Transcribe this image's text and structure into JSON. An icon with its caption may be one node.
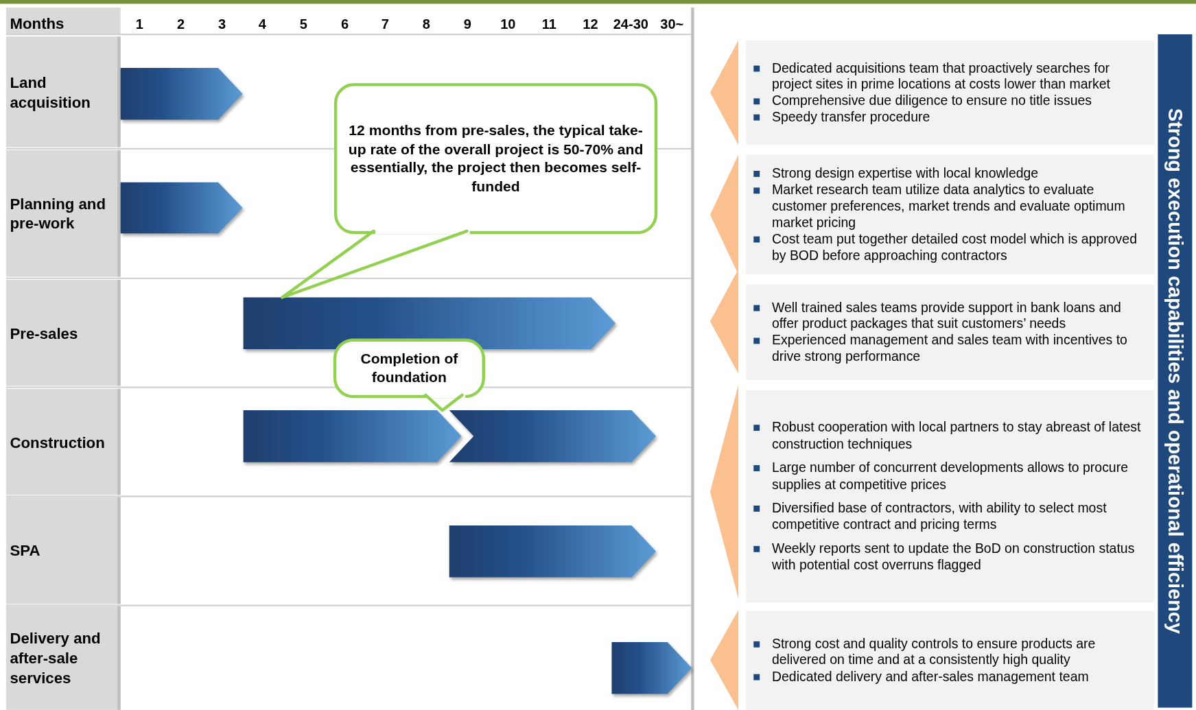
{
  "diagram": {
    "nodes": [
      {
        "text": [
          "Land acquisition"
        ]
      },
      {
        "text": [],
        "shape": "bar"
      },
      {
        "text": [
          "Planning and pre-work"
        ]
      },
      {
        "text": [],
        "shape": "bar"
      },
      {
        "text": [
          "12 months from pre-sales, the typical take-up rate of the overall project is 50-70% and essentially, the project then becomes self-funded"
        ]
      },
      {
        "text": [
          "Pre-sales"
        ]
      },
      {
        "text": [],
        "shape": "bar"
      },
      {
        "text": [
          "Completion of foundation"
        ]
      },
      {
        "text": [
          "Construction"
        ]
      },
      {
        "text": [],
        "shape": "bar"
      },
      {
        "text": [],
        "shape": "bar"
      },
      {
        "text": [
          "SPA"
        ]
      },
      {
        "text": [],
        "shape": "bar"
      },
      {
        "text": [
          "Delivery and after-sale services"
        ]
      },
      {
        "text": [],
        "shape": "bar"
      },
      {
        "text": [
          "Dedicated acquisitions team that proactively searches for project sites in prime locations at costs lower than market",
          "Comprehensive due diligence to ensure no title issues",
          "Speedy transfer procedure"
        ]
      },
      {
        "text": [
          "Strong design expertise with local knowledge",
          "Market research team utilize data analytics to evaluate customer preferences, market trends and evaluate optimum market pricing",
          "Cost team put together detailed cost model which is approved by BOD before approaching contractors"
        ]
      },
      {
        "text": [
          "Well trained sales teams provide support in bank loans and offer product packages that suit customers’ needs",
          "Experienced management and sales team with incentives to drive strong performance"
        ]
      },
      {
        "text": [
          "Robust cooperation with local partners to stay abreast of latest construction techniques",
          "Large number of concurrent developments allows to procure supplies at competitive prices",
          "Diversified base of contractors, with ability to select most competitive contract and pricing terms",
          "Weekly reports sent to update the BoD on construction status with potential cost overruns flagged"
        ]
      },
      {
        "text": [
          "Strong cost and quality controls to ensure products are delivered on time and at a consistently high quality",
          "Dedicated delivery and after-sales management team"
        ]
      },
      {
        "text": [
          "Strong execution capabilities and operational efficiency"
        ]
      }
    ],
    "edges": [
      {
        "from": 4,
        "to": 6,
        "arrow": "none"
      },
      {
        "from": 7,
        "to": 9,
        "arrow": "none"
      }
    ],
    "labels": [
      "Months",
      "1",
      "2",
      "3",
      "4",
      "5",
      "6",
      "7",
      "8",
      "9",
      "10",
      "11",
      "12",
      "24-30",
      "30~"
    ]
  }
}
